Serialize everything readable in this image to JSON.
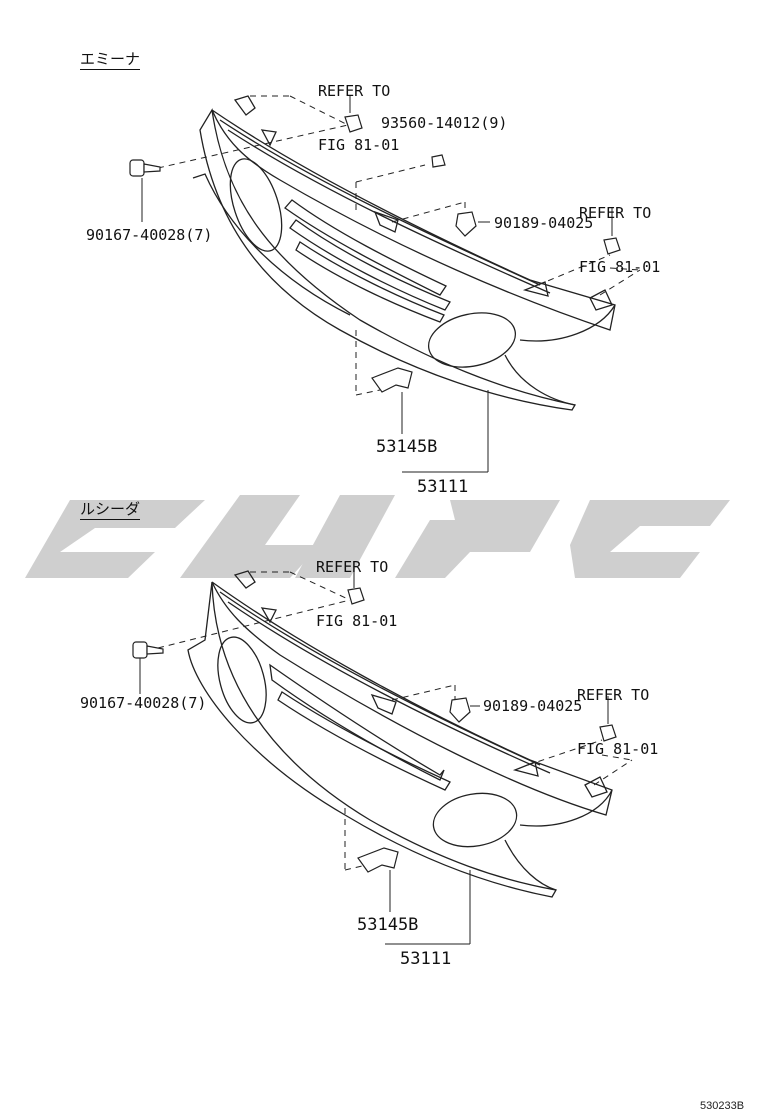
{
  "diagram": {
    "code": "530233B",
    "upper": {
      "variant": "エミーナ",
      "refer_top": [
        "REFER TO",
        "FIG 81-01"
      ],
      "refer_right": [
        "REFER TO",
        "FIG 81-01"
      ],
      "parts": {
        "clip": "93560-14012(9)",
        "screw": "90167-40028(7)",
        "retainer": "90189-04025",
        "bracket": "53145B",
        "grille": "53111"
      }
    },
    "lower": {
      "variant": "ルシーダ",
      "refer_top": [
        "REFER TO",
        "FIG 81-01"
      ],
      "refer_right": [
        "REFER TO",
        "FIG 81-01"
      ],
      "parts": {
        "screw": "90167-40028(7)",
        "retainer": "90189-04025",
        "bracket": "53145B",
        "grille": "53111"
      }
    }
  }
}
